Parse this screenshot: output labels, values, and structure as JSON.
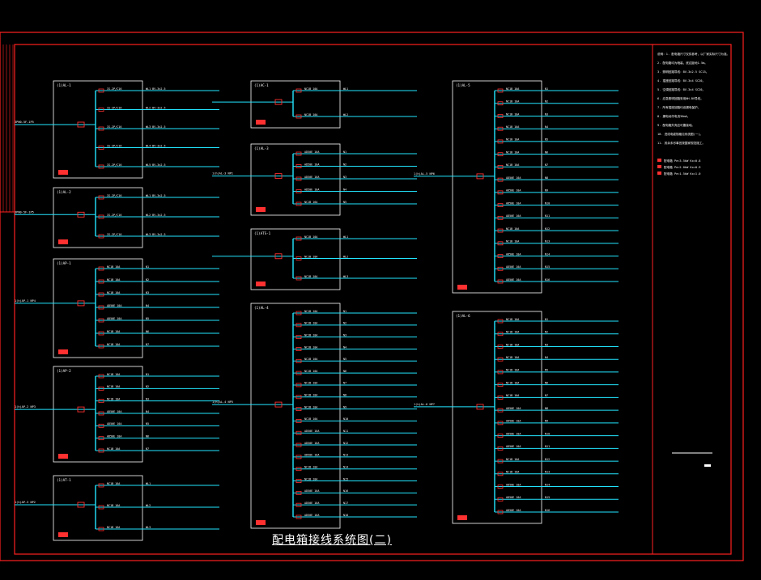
{
  "drawing": {
    "title": "配电箱接线系统图(二)",
    "colors": {
      "frame": "#ff2020",
      "box": "#ffffff",
      "wire": "#22e6ff",
      "text": "#ffffff",
      "breaker": "#ff3030",
      "background": "#000000"
    },
    "boxes": [
      {
        "id": "b1",
        "header": "(1)AL-1",
        "inc": "3PN0-5F-1P5",
        "circuits": [
          "IS-2P/C16",
          "IS-2P/C16",
          "IS-2P/C16",
          "IS-2P/C16",
          "IS-2P/C16"
        ],
        "feeders": [
          "WL1 BV-3x2.5",
          "WL2 BV-3x2.5",
          "WL3 BV-3x2.5",
          "WL4 BV-3x2.5",
          "WL5 BV-3x2.5"
        ]
      },
      {
        "id": "b2",
        "header": "(1)AL-2",
        "inc": "3PN0-5F-1P5",
        "circuits": [
          "IS-2P/C16",
          "IS-2P/C16",
          "IS-2P/C16"
        ],
        "feeders": [
          "WL1 BV-3x2.5",
          "WL2 BV-3x2.5",
          "WL3 BV-3x2.5"
        ]
      },
      {
        "id": "b3",
        "header": "(1)AP-1",
        "inc": "1(h)AP-1 NP4",
        "circuits": [
          "NC1B 10A",
          "NC1B 10A",
          "NC1B 10A",
          "AD50E 10A",
          "AD50E 10A",
          "NC1B 10A",
          "NC1B 10A"
        ],
        "feeders": [
          "N1",
          "N2",
          "N3",
          "N4",
          "N5",
          "N6",
          "N7"
        ]
      },
      {
        "id": "b4",
        "header": "(1)AP-2",
        "inc": "1(h)AP-2 NP3",
        "circuits": [
          "NC1B 10A",
          "NC1B 10A",
          "NC1B 10A",
          "AD50E 10A",
          "AD50E 10A",
          "AD50E 10A",
          "NC1B 10A"
        ],
        "feeders": [
          "N1",
          "N2",
          "N3",
          "N4",
          "N5",
          "N6",
          "N7"
        ]
      },
      {
        "id": "b5",
        "header": "(1)AT-1",
        "inc": "1(h)AP-3 NP2",
        "circuits": [
          "NC1B 16A",
          "NC1B 16A",
          "NC1B 16A"
        ],
        "feeders": [
          "WL1",
          "WL2",
          "WL3"
        ]
      },
      {
        "id": "b6",
        "header": "(1)AC-1",
        "inc": "",
        "circuits": [
          "NC1B 10A",
          "NC1B 10A"
        ],
        "feeders": [
          "WL1",
          "WL2"
        ]
      },
      {
        "id": "b7",
        "header": "(1)AL-3",
        "inc": "1(h)AL-3 NP1",
        "circuits": [
          "AD50E 10A",
          "AD50E 10A",
          "AD50E 10A",
          "AD50E 10A",
          "NC1B 16A"
        ],
        "feeders": [
          "N1",
          "N2",
          "N3",
          "N4",
          "N5"
        ]
      },
      {
        "id": "b8",
        "header": "(1)ATS-1",
        "inc": "",
        "circuits": [
          "NC1B 10A",
          "NC1B 10A",
          "NC1B 10A"
        ],
        "feeders": [
          "WL1",
          "WL2",
          "WL3"
        ]
      },
      {
        "id": "b9",
        "header": "(1)AL-4",
        "inc": "1(h)AL-4 NP5",
        "circuits": [
          "NC1B 10A",
          "NC1B 10A",
          "NC1B 10A",
          "NC1B 10A",
          "NC1B 10A",
          "NC1B 10A",
          "NC1B 10A",
          "NC1B 10A",
          "NC1B 10A",
          "NC1B 10A",
          "AD50E 10A",
          "AD50E 10A",
          "AD50E 10A",
          "NC1B 10A",
          "NC1B 10A",
          "AD50E 10A",
          "AD50E 10A",
          "AD50E 10A"
        ],
        "feeders": [
          "N1",
          "N2",
          "N3",
          "N4",
          "N5",
          "N6",
          "N7",
          "N8",
          "N9",
          "N10",
          "N11",
          "N12",
          "N13",
          "N14",
          "N15",
          "N16",
          "N17",
          "N18"
        ]
      },
      {
        "id": "b10",
        "header": "(1)AL-5",
        "inc": "1(h)AL-5 NP6",
        "circuits": [
          "NC1B 10A",
          "NC1B 10A",
          "NC1B 10A",
          "NC1B 10A",
          "NC1B 10A",
          "NC1B 10A",
          "NC1B 10A",
          "AD50E 10A",
          "AD50E 10A",
          "AD50E 10A",
          "AD50E 10A",
          "NC1B 10A",
          "NC1B 10A",
          "AD50E 10A",
          "AD50E 10A",
          "AD50E 10A"
        ],
        "feeders": [
          "N1",
          "N2",
          "N3",
          "N4",
          "N5",
          "N6",
          "N7",
          "N8",
          "N9",
          "N10",
          "N11",
          "N12",
          "N13",
          "N14",
          "N15",
          "N16"
        ]
      },
      {
        "id": "b11",
        "header": "(1)AL-6",
        "inc": "1(h)AL-6 NP7",
        "circuits": [
          "NC1B 10A",
          "NC1B 10A",
          "NC1B 10A",
          "NC1B 10A",
          "NC1B 10A",
          "NC1B 10A",
          "NC1B 10A",
          "AD50E 10A",
          "AD50E 10A",
          "AD50E 10A",
          "AD50E 10A",
          "NC1B 10A",
          "NC1B 10A",
          "AD50E 10A",
          "AD50E 10A",
          "AD50E 10A"
        ],
        "feeders": [
          "N1",
          "N2",
          "N3",
          "N4",
          "N5",
          "N6",
          "N7",
          "N8",
          "N9",
          "N10",
          "N11",
          "N12",
          "N13",
          "N14",
          "N15",
          "N16"
        ]
      }
    ],
    "notes": [
      "说明：1. 配电箱尺寸仅供参考，以厂家实际尺寸为准。",
      "2. 配电箱均为暗装，底边距地1.5m。",
      "3. 照明回路导线：BV-3x2.5 SC15。",
      "4. 插座回路导线：BV-3x4 SC20。",
      "5. 空调回路导线：BV-3x4 SC20。",
      "6. 应急照明回路采用NH-BV导线。",
      "7. 所有插座回路均设漏电保护。",
      "8. 漏电动作电流30mA。",
      "9. 配电箱外壳应可靠接地。",
      "10. 进线电缆规格见系统图(一)。",
      "11. 其余未尽事宜按国家规范施工。"
    ],
    "legend": [
      "配电箱 Pe=3.5kW Kx=0.8",
      "配电箱 Pe=2.0kW Kx=0.9",
      "配电箱 Pe=1.5kW Kx=1.0"
    ]
  }
}
